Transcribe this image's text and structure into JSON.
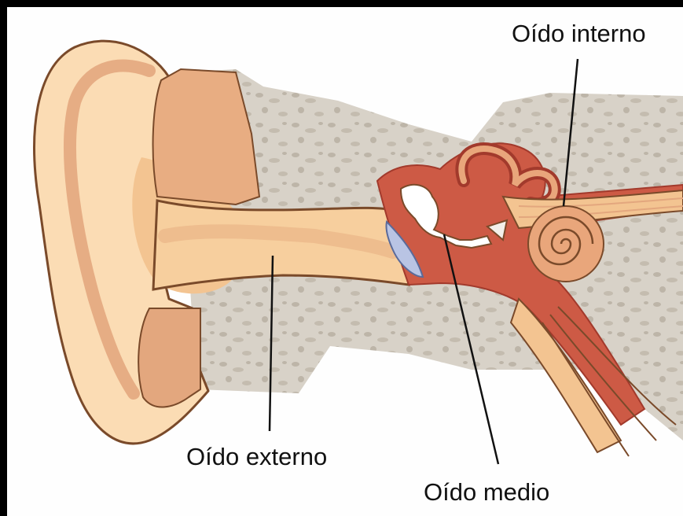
{
  "labels": {
    "inner_ear": "Oído interno",
    "outer_ear": "Oído externo",
    "middle_ear": "Oído medio"
  },
  "colors": {
    "bone": "#d8d2c8",
    "bone_spots": "#bdb5a8",
    "skin_light": "#fbdcb4",
    "skin_mid": "#f3c491",
    "skin_dark": "#e3a77e",
    "outline": "#7a4a2a",
    "red": "#cd5a45",
    "red_dark": "#a23a2c",
    "inner_fill": "#e9a67b",
    "eardrum": "#b9c4e4",
    "ossicles": "#ffffff",
    "leader_lines": "#111111"
  }
}
